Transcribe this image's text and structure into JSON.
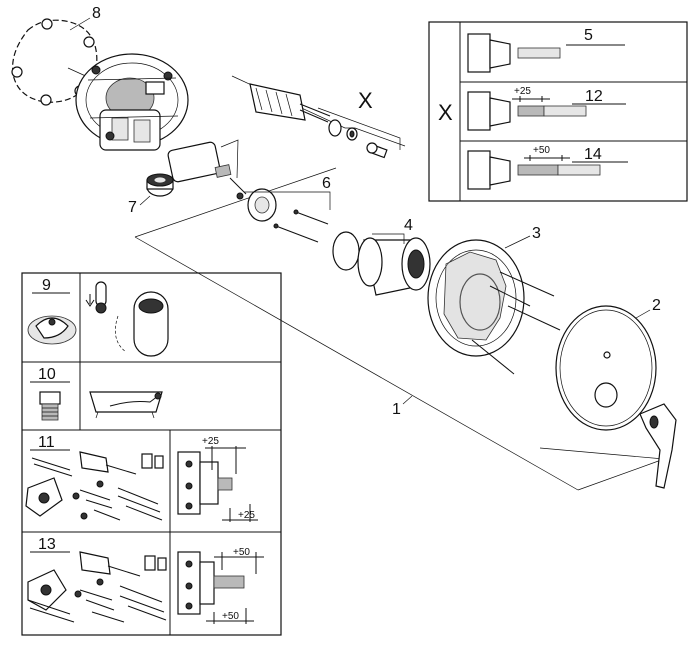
{
  "callouts": {
    "c1": "1",
    "c2": "2",
    "c3": "3",
    "c4": "4",
    "c6": "6",
    "c7": "7",
    "c8": "8",
    "cX": "X"
  },
  "x_panel": {
    "label": "X",
    "rows": [
      {
        "number": "5",
        "extension": ""
      },
      {
        "number": "12",
        "extension": "+25"
      },
      {
        "number": "14",
        "extension": "+50"
      }
    ]
  },
  "accessories": {
    "r9": {
      "number": "9"
    },
    "r10": {
      "number": "10"
    },
    "r11": {
      "number": "11",
      "dim_top": "+25",
      "dim_bottom": "+25"
    },
    "r13": {
      "number": "13",
      "dim_top": "+50",
      "dim_bottom": "+50"
    }
  }
}
